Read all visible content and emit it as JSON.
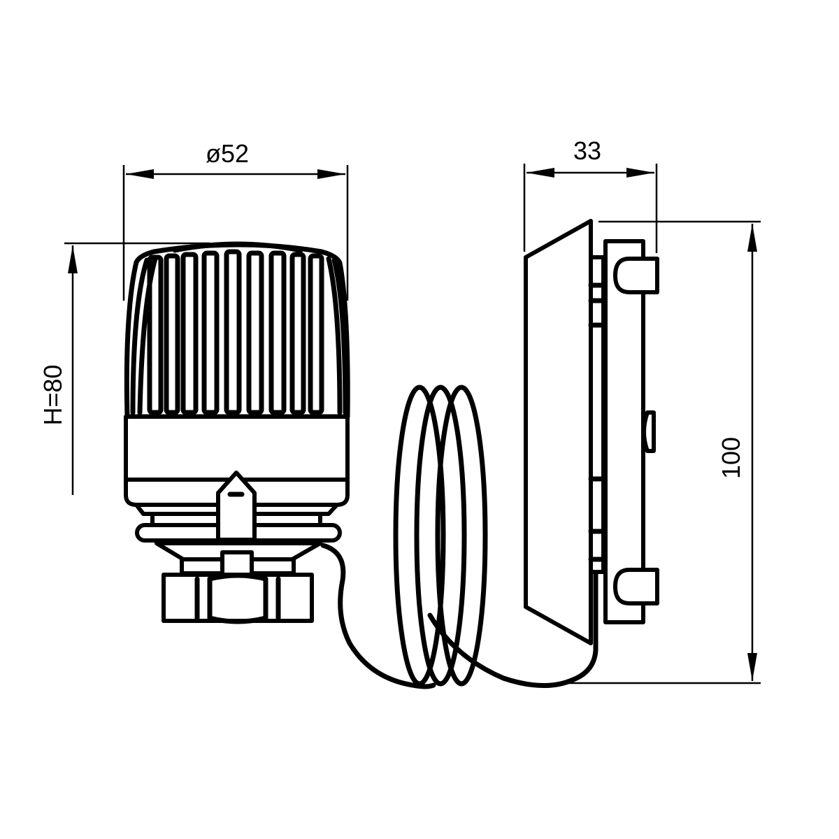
{
  "drawing": {
    "subject": "thermostatic head with remote sensor and capillary",
    "line_color": "#000000",
    "background": "#ffffff"
  },
  "dimensions": {
    "diameter": {
      "label": "ø52"
    },
    "height": {
      "label": "H=80"
    },
    "sensor_depth": {
      "label": "33"
    },
    "sensor_height": {
      "label": "100"
    }
  }
}
